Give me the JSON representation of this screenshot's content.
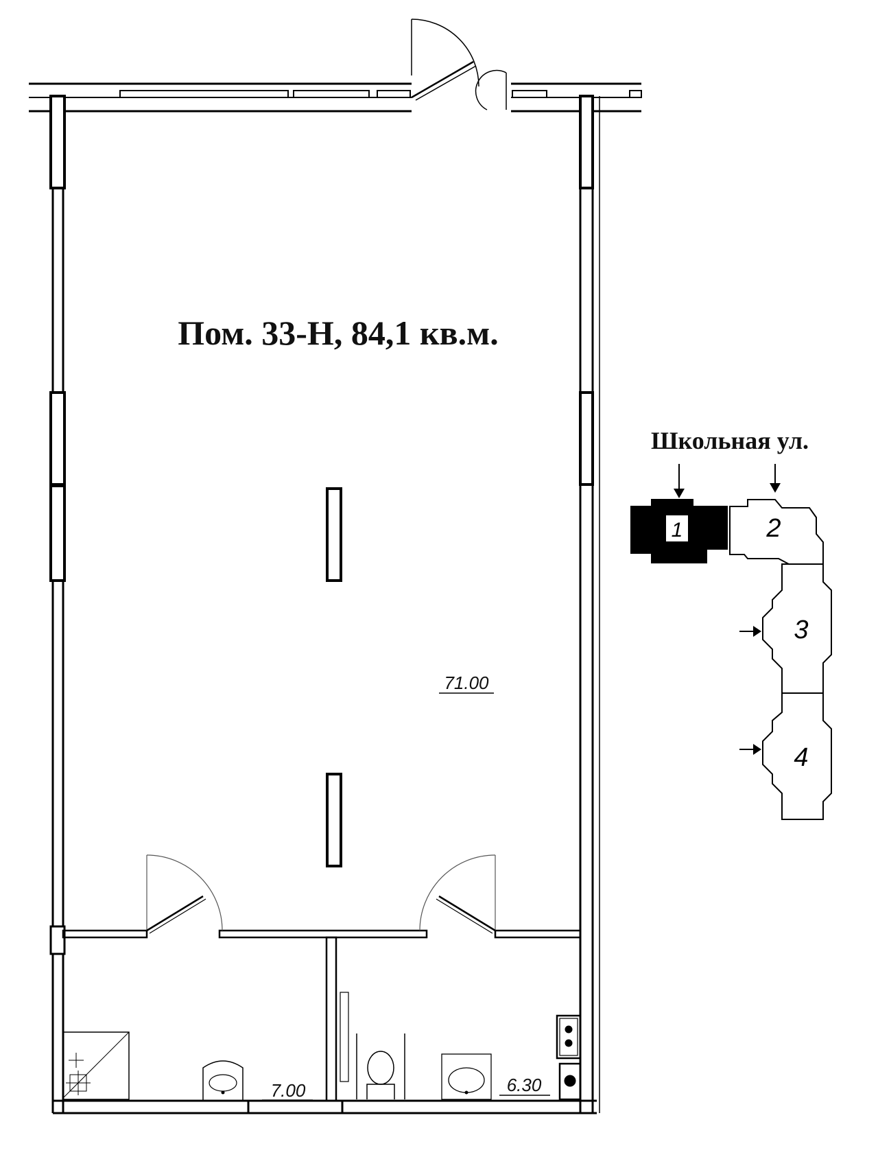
{
  "plan": {
    "title": "Пом. 33-Н, 84,1 кв.м.",
    "rooms": {
      "main_area": "71.00",
      "bathroom_left_area": "7.00",
      "bathroom_right_area": "6.30"
    }
  },
  "key_plan": {
    "street": "Школьная ул.",
    "sections": {
      "s1": "1",
      "s2": "2",
      "s3": "3",
      "s4": "4"
    },
    "highlighted_section": "1"
  },
  "colors": {
    "line": "#000000",
    "thin_line": "#555555",
    "highlight": "#000000",
    "background": "#ffffff"
  }
}
